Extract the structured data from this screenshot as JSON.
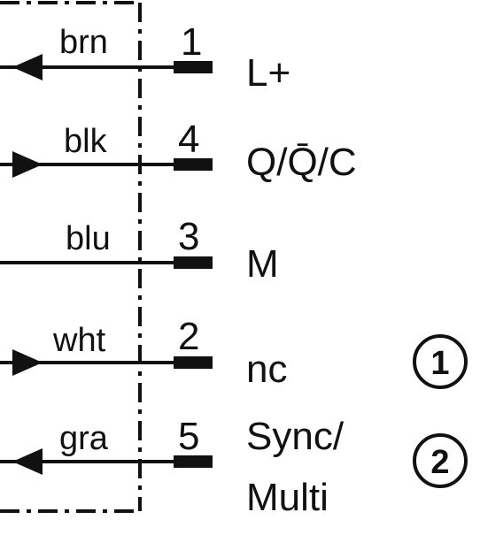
{
  "wires": [
    {
      "color": "brn",
      "pin": "1",
      "signal": "L+",
      "signal2": "",
      "arrow": "in"
    },
    {
      "color": "blk",
      "pin": "4",
      "signal": "Q/Q̄/C",
      "signal2": "",
      "arrow": "out"
    },
    {
      "color": "blu",
      "pin": "3",
      "signal": "M",
      "signal2": "",
      "arrow": "none"
    },
    {
      "color": "wht",
      "pin": "2",
      "signal": "nc",
      "signal2": "",
      "arrow": "out"
    },
    {
      "color": "gra",
      "pin": "5",
      "signal": "Sync/",
      "signal2": "Multi",
      "arrow": "in"
    }
  ],
  "markers": [
    "1",
    "2"
  ]
}
